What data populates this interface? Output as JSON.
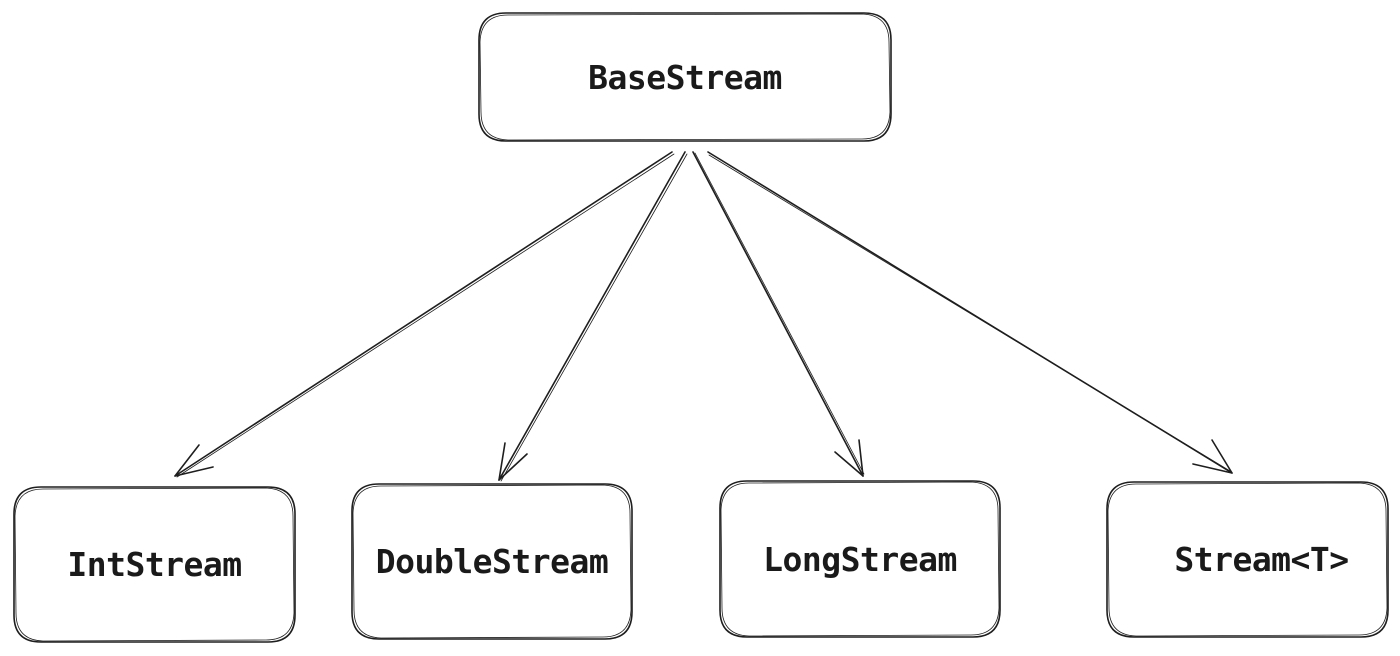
{
  "diagram": {
    "type": "class-hierarchy",
    "stroke_color": "#1e1e1e",
    "background": "#ffffff",
    "root": {
      "label": "BaseStream"
    },
    "children": [
      {
        "label": "IntStream"
      },
      {
        "label": "DoubleStream"
      },
      {
        "label": "LongStream"
      },
      {
        "label": "Stream<T>"
      }
    ],
    "edges": [
      {
        "from": "BaseStream",
        "to": "IntStream"
      },
      {
        "from": "BaseStream",
        "to": "DoubleStream"
      },
      {
        "from": "BaseStream",
        "to": "LongStream"
      },
      {
        "from": "BaseStream",
        "to": "Stream<T>"
      }
    ]
  }
}
